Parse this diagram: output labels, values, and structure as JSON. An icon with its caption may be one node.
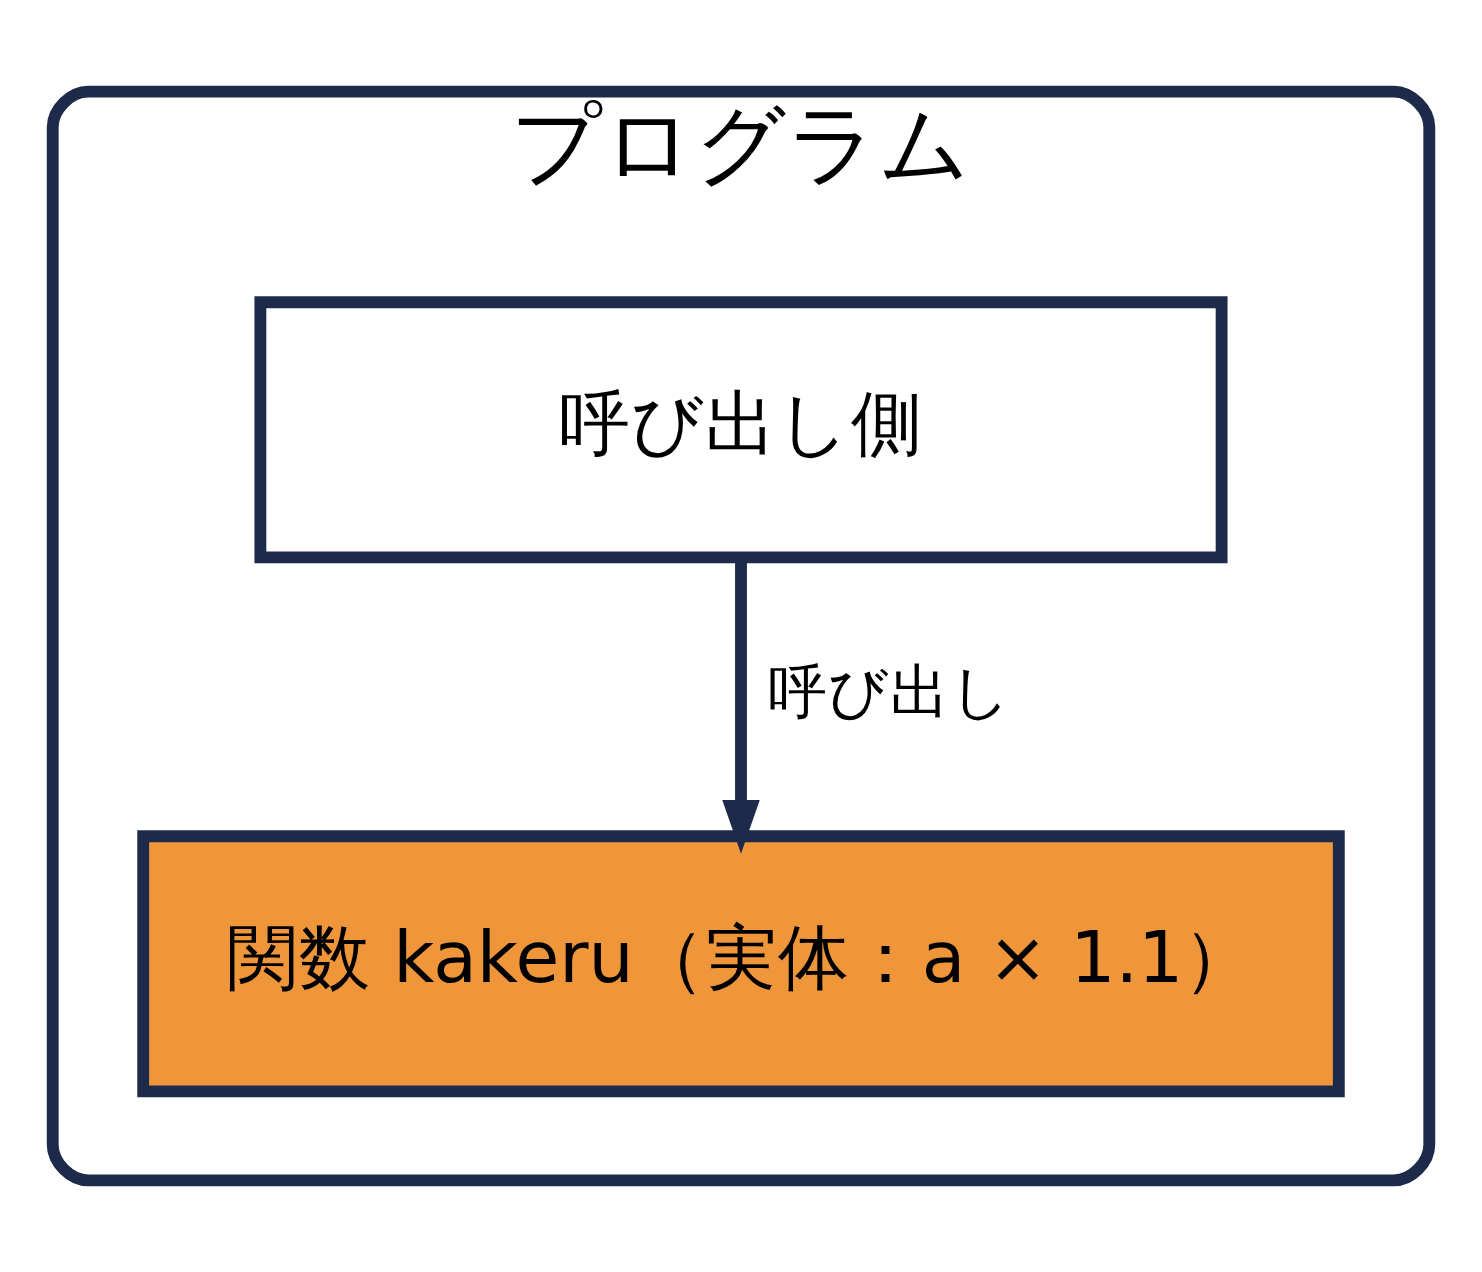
{
  "diagram": {
    "nodes": [
      {
        "text": [
          "プログラム"
        ]
      },
      {
        "text": [
          "呼び出し側"
        ],
        "in": 0
      },
      {
        "text": [
          "関数 kakeru（実体：a × 1.1）"
        ],
        "in": 0
      }
    ],
    "edges": [
      {
        "from": 1,
        "to": 2,
        "arrow": "to",
        "label": "呼び出し"
      }
    ]
  }
}
